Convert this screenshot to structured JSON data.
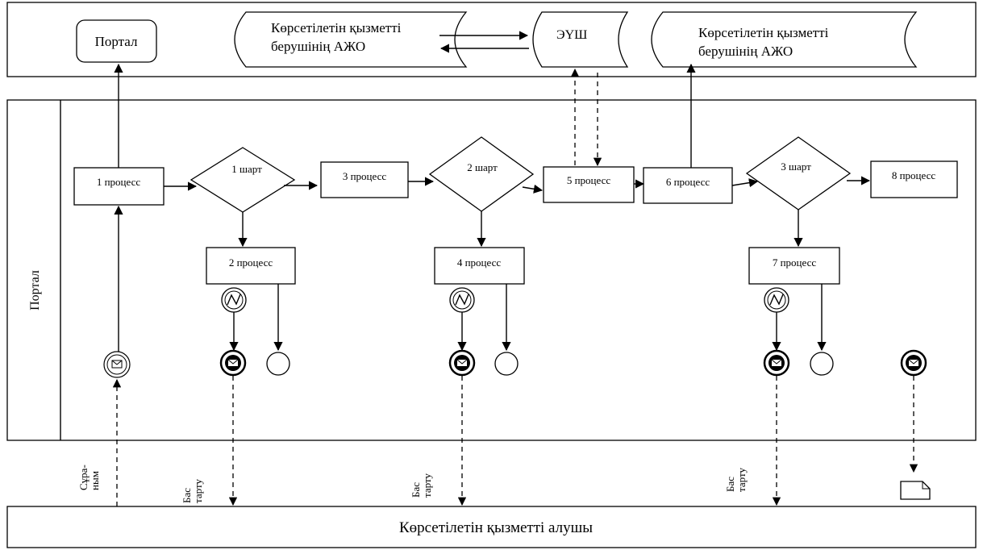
{
  "top_lane": {
    "portal_label": "Портал",
    "ajo_left_line1": "Көрсетілетін қызметті",
    "ajo_left_line2": "берушінің АЖО",
    "eush_label": "ЭҮШ",
    "ajo_right_line1": "Көрсетілетін қызметті",
    "ajo_right_line2": "берушінің АЖО"
  },
  "portal_lane": {
    "lane_label": "Портал",
    "processes": {
      "p1": "1 процесс",
      "p2": "2 процесс",
      "p3": "3 процесс",
      "p4": "4 процесс",
      "p5": "5 процесс",
      "p6": "6 процесс",
      "p7": "7 процесс",
      "p8": "8 процесс"
    },
    "conditions": {
      "c1": "1 шарт",
      "c2": "2 шарт",
      "c3": "3 шарт"
    }
  },
  "flow_labels": {
    "request_line1": "Сұра-",
    "request_line2": "ным",
    "refusal_line1": "Бас",
    "refusal_line2": "тарту"
  },
  "bottom_lane": {
    "recipient_label": "Көрсетілетін қызметті алушы"
  }
}
